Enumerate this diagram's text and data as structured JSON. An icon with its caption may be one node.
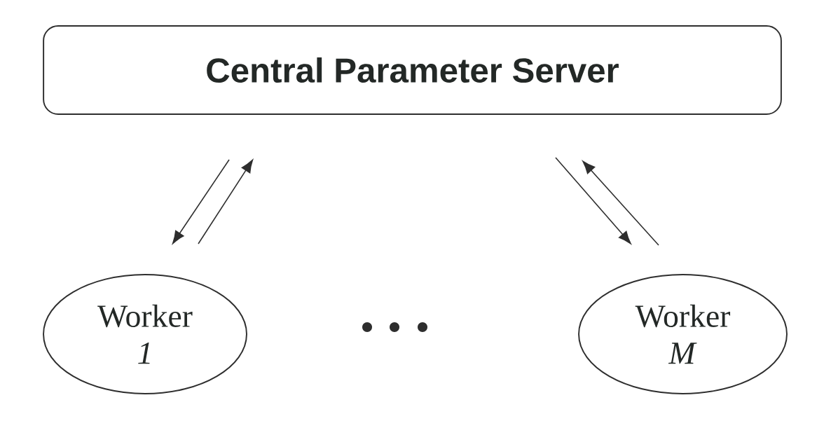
{
  "diagram": {
    "nodes": [
      {
        "text": [
          "Central Parameter Server"
        ]
      },
      {
        "text": [
          "Worker *1*"
        ]
      },
      {
        "text": [
          "Worker *M*"
        ]
      }
    ],
    "edges": [
      {
        "from": 0,
        "to": 1,
        "arrow": "to"
      },
      {
        "from": 1,
        "to": 0,
        "arrow": "to"
      },
      {
        "from": 0,
        "to": 2,
        "arrow": "to"
      },
      {
        "from": 2,
        "to": 0,
        "arrow": "to"
      }
    ]
  }
}
